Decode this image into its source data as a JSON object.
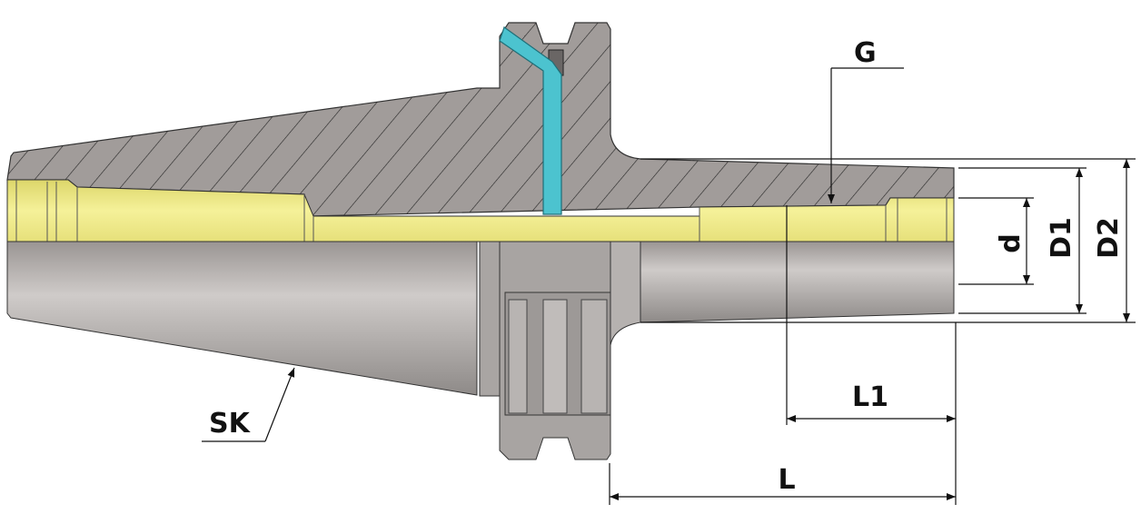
{
  "title": "SK tool holder cross-section drawing",
  "labels": {
    "sk": "SK",
    "g": "G",
    "d": "d",
    "d1": "D1",
    "d2": "D2",
    "l1": "L1",
    "l": "L"
  },
  "colors": {
    "section_gray": "#a19c9a",
    "body_gray": "#b3afad",
    "bore_yellow": "#f0ec8a",
    "coolant_cyan": "#4cc3cf",
    "line": "#222222"
  }
}
